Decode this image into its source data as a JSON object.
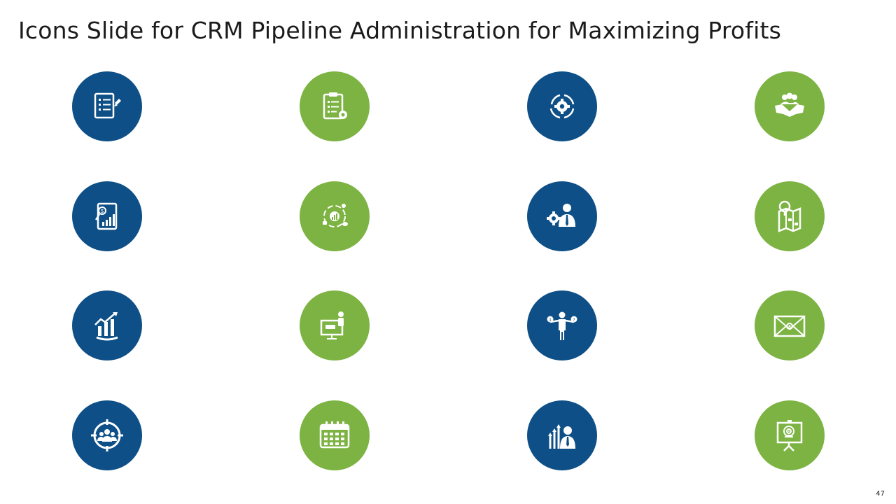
{
  "slide": {
    "title": "Icons Slide for CRM Pipeline Administration for Maximizing Profits",
    "page_number": "47"
  },
  "colors": {
    "blue": "#0d4f86",
    "green": "#7cb342",
    "icon": "#ffffff"
  },
  "icons": [
    {
      "name": "document-checklist-icon",
      "color": "blue"
    },
    {
      "name": "clipboard-settings-icon",
      "color": "green"
    },
    {
      "name": "gear-cycle-icon",
      "color": "blue"
    },
    {
      "name": "team-handshake-icon",
      "color": "green"
    },
    {
      "name": "financial-report-icon",
      "color": "blue"
    },
    {
      "name": "growth-cycle-icon",
      "color": "green"
    },
    {
      "name": "businessman-gear-icon",
      "color": "blue"
    },
    {
      "name": "map-location-icon",
      "color": "green"
    },
    {
      "name": "rising-bar-chart-icon",
      "color": "blue"
    },
    {
      "name": "presentation-board-icon",
      "color": "green"
    },
    {
      "name": "balance-decision-icon",
      "color": "blue"
    },
    {
      "name": "target-mail-icon",
      "color": "green"
    },
    {
      "name": "target-audience-icon",
      "color": "blue"
    },
    {
      "name": "calendar-icon",
      "color": "green"
    },
    {
      "name": "businessman-growth-icon",
      "color": "blue"
    },
    {
      "name": "target-presentation-icon",
      "color": "green"
    }
  ]
}
